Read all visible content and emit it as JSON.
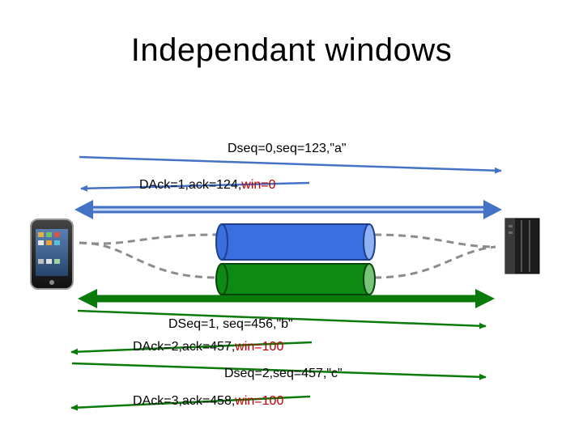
{
  "title": "Independant windows",
  "messages": {
    "m1": {
      "text": "Dseq=0,seq=123,\"a\""
    },
    "m2": {
      "text": "DAck=1,ack=124,",
      "win": "win=0"
    },
    "m3": {
      "text": "DSeq=1, seq=456,\"b\""
    },
    "m4": {
      "text": "DAck=2,ack=457,",
      "win": "win=100"
    },
    "m5": {
      "text": "Dseq=2,seq=457,\"c\""
    },
    "m6": {
      "text": "DAck=3,ack=458,",
      "win": "win=100"
    }
  },
  "colors": {
    "blue_link": "#4472c4",
    "blue_tube": "#3b6fe0",
    "green_link": "#0a7a0a",
    "green_tube": "#0d8a12",
    "window_red": "#c00000",
    "dashed": "#8c8c8c"
  },
  "icons": {
    "left_device": "smartphone-icon",
    "right_device": "server-tower-icon"
  }
}
